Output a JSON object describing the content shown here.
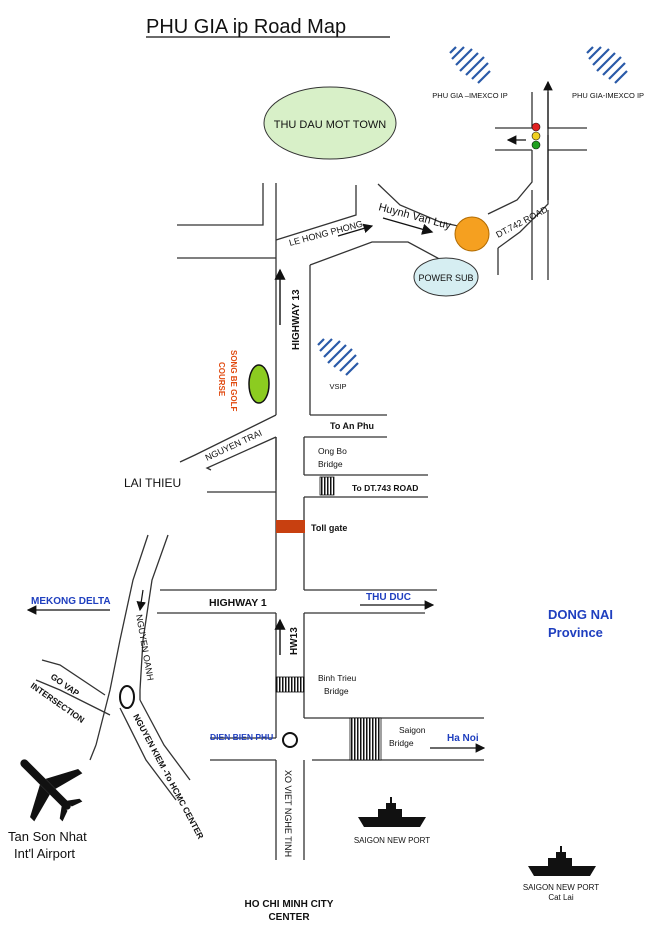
{
  "title": "PHU GIA ip  Road Map",
  "labels": {
    "phu_gia_imexco_ip_left": "PHU GIA –IMEXCO IP",
    "phu_gia_imexco_ip_right": "PHU GIA-IMEXCO IP",
    "thu_dau_mot_town": "THU DAU MOT TOWN",
    "le_hong_phong": "LE HONG PHONG",
    "huynh_van_luy": "Huynh Van Luy",
    "dt742_road": "DT.742 ROAD",
    "power_sub": "POWER SUB",
    "highway_13": "HIGHWAY 13",
    "song_be_golf_course_line1": "SONG BE GOLF",
    "song_be_golf_course_line2": "COURSE",
    "vsip": "VSIP",
    "to_an_phu": "To An Phu",
    "nguyen_trai": "NGUYEN TRAI",
    "ong_bo_bridge_line1": "Ong Bo",
    "ong_bo_bridge_line2": "Bridge",
    "lai_thieu": "LAI THIEU",
    "to_dt743_road": "To DT.743 ROAD",
    "toll_gate": "Toll gate",
    "mekong_delta": "MEKONG DELTA",
    "highway_1": "HIGHWAY 1",
    "thu_duc": "THU DUC",
    "dong_nai_line1": "DONG NAI",
    "dong_nai_line2": "Province",
    "nguyen_oanh": "NGUYEN OANH",
    "hw13": "HW13",
    "go_vap_line1": "GO VAP",
    "go_vap_line2": "INTERSECTION",
    "binh_trieu_line1": "Binh Trieu",
    "binh_trieu_line2": "Bridge",
    "dien_bien_phu": "DIEN BIEN PHU",
    "saigon_bridge_line1": "Saigon",
    "saigon_bridge_line2": "Bridge",
    "ha_noi": "Ha Noi",
    "nguyen_kiem": "NGUYEN KIEM -To HCMC CENTER",
    "xo_viet_nghe_tinh": "XO VIET NGHE TINH",
    "airport_line1": "Tan Son Nhat",
    "airport_line2": "Int'l Airport",
    "saigon_new_port": "SAIGON NEW PORT",
    "saigon_new_port_cat_lai_line1": "SAIGON NEW PORT",
    "saigon_new_port_cat_lai_line2": "Cat Lai",
    "hcmc_center_line1": "HO CHI MINH CITY",
    "hcmc_center_line2": "CENTER"
  },
  "colors": {
    "town_fill": "#d8f0c8",
    "power_sub_fill": "#d6eef2",
    "roundabout_fill": "#f5a020",
    "golf_fill": "#8ccc20",
    "toll_gate_fill": "#c84010",
    "label_blue": "#1f3fbf",
    "label_red": "#e04a10",
    "traffic_red": "#e02020",
    "traffic_yellow": "#f0d020",
    "traffic_green": "#20a020"
  },
  "icons": [
    "traffic-light-icon",
    "ip-logo-icon",
    "ship-icon",
    "airplane-icon",
    "direction-arrow-icon"
  ]
}
